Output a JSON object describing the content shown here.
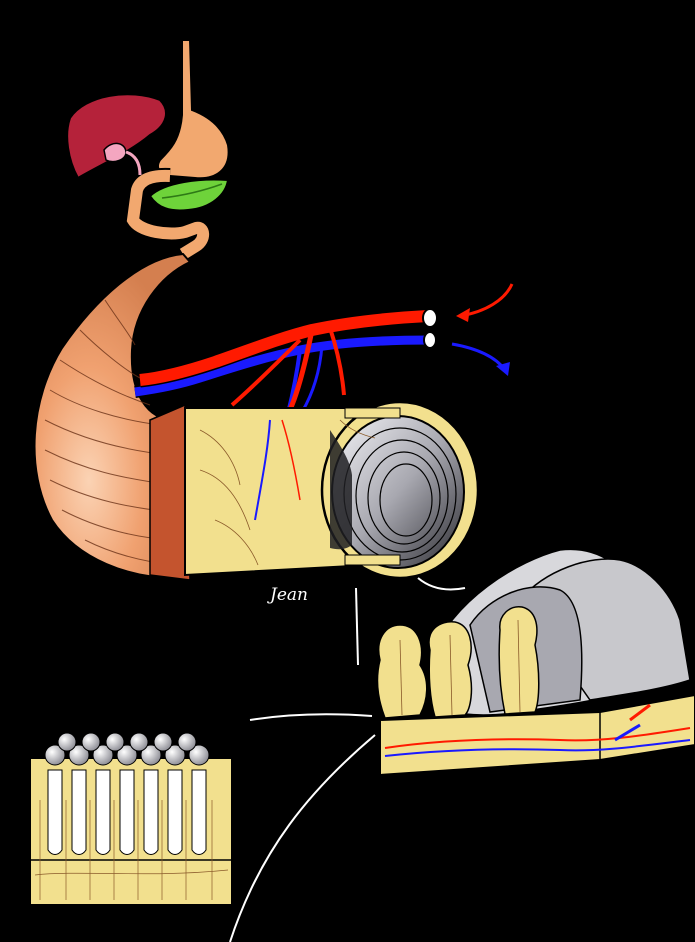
{
  "signature": "Jean",
  "colors": {
    "background": "#000000",
    "liver": "#b5223a",
    "gallbladder": "#f4a6c0",
    "stomach": "#f2a86f",
    "pancreas": "#6ed33a",
    "intestine": "#f0a170",
    "muscle_band": "#d9603a",
    "tissue": "#f2e08e",
    "artery": "#ff1a00",
    "vein": "#1a1aff",
    "lumen": "#cfcfd6",
    "villi_surface": "#d8d8dc",
    "leader_line": "#ffffff"
  },
  "structures": [
    "liver",
    "gallbladder",
    "stomach",
    "pancreas",
    "small-intestine",
    "mesenteric-artery",
    "mesenteric-vein",
    "intestine-cross-section",
    "mucosal-folds",
    "villi",
    "microvilli"
  ]
}
